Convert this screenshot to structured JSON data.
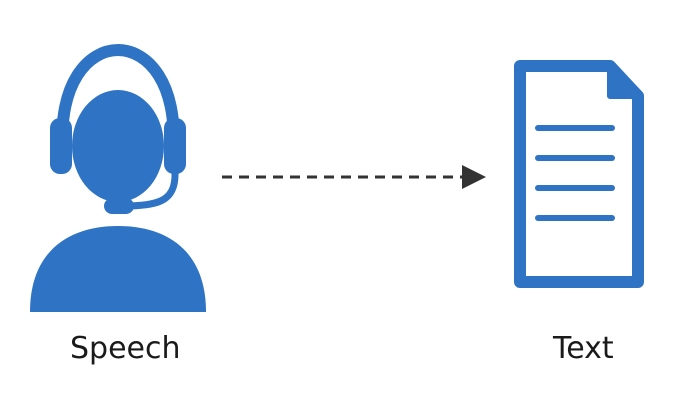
{
  "colors": {
    "icon_blue": "#2f74c4",
    "arrow": "#333333",
    "label": "#1a1a1a",
    "background": "#ffffff"
  },
  "nodes": [
    {
      "id": "speech",
      "label": "Speech",
      "icon": "headset-person-icon"
    },
    {
      "id": "text",
      "label": "Text",
      "icon": "document-icon"
    }
  ],
  "edges": [
    {
      "from": "speech",
      "to": "text",
      "style": "dashed",
      "direction": "forward"
    }
  ]
}
